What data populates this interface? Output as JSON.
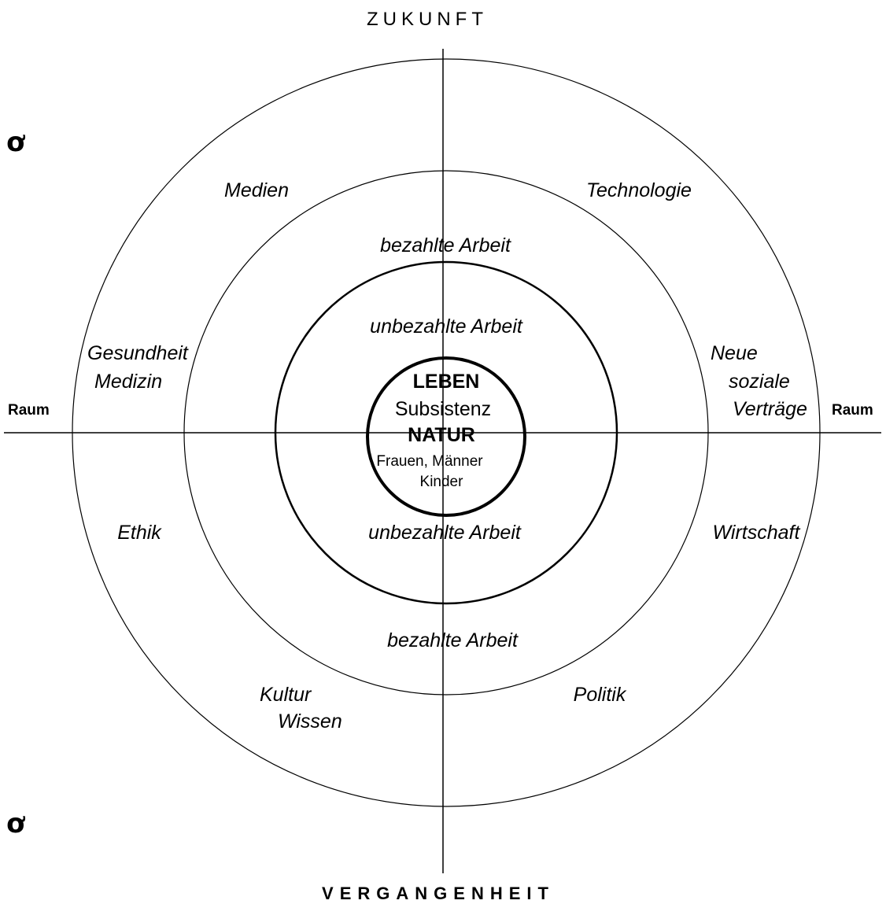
{
  "axes": {
    "top": "ZUKUNFT",
    "bottom": "VERGANGENHEIT",
    "left": "Raum",
    "right": "Raum"
  },
  "symbols": {
    "top_left": "ơ",
    "bottom_left": "ơ"
  },
  "outer_ring": {
    "medien": "Medien",
    "technologie": "Technologie",
    "gesundheit": "Gesundheit",
    "medizin": "Medizin",
    "neue": "Neue",
    "soziale": "soziale",
    "vertraege": "Verträge",
    "ethik": "Ethik",
    "wirtschaft": "Wirtschaft",
    "kultur": "Kultur",
    "wissen": "Wissen",
    "politik": "Politik"
  },
  "middle_ring": {
    "top": "bezahlte Arbeit",
    "bottom": "bezahlte Arbeit"
  },
  "inner_ring": {
    "top": "unbezahlte Arbeit",
    "bottom": "unbezahlte Arbeit"
  },
  "core": {
    "leben": "LEBEN",
    "subsistenz": "Subsistenz",
    "natur": "NATUR",
    "frauen_maenner": "Frauen, Männer",
    "kinder": "Kinder"
  }
}
